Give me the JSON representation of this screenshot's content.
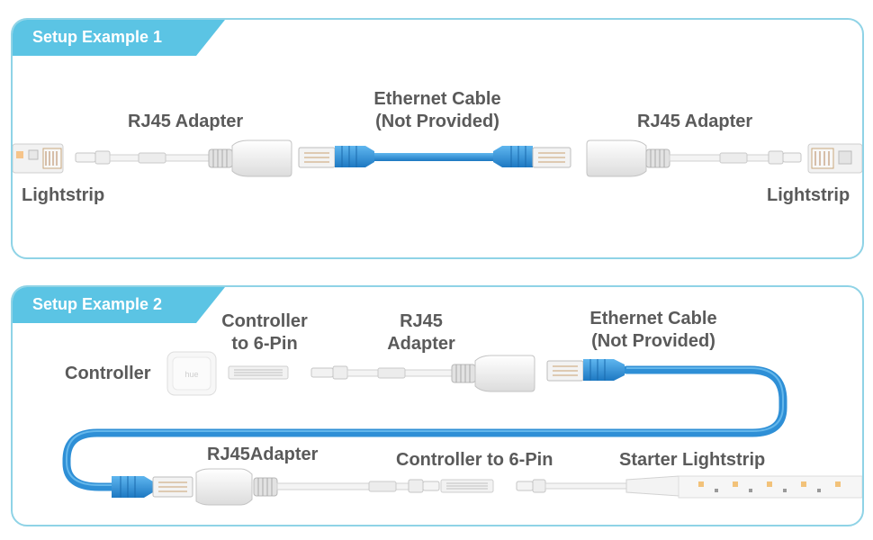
{
  "example1": {
    "title": "Setup Example 1",
    "labels": {
      "lightstrip_left": "Lightstrip",
      "rj45_left": "RJ45 Adapter",
      "ethernet_line1": "Ethernet Cable",
      "ethernet_line2": "(Not Provided)",
      "rj45_right": "RJ45 Adapter",
      "lightstrip_right": "Lightstrip"
    }
  },
  "example2": {
    "title": "Setup Example 2",
    "labels": {
      "controller": "Controller",
      "controller_6pin_line1": "Controller",
      "controller_6pin_line2": "to 6-Pin",
      "rj45_line1": "RJ45",
      "rj45_line2": "Adapter",
      "ethernet_line1": "Ethernet Cable",
      "ethernet_line2": "(Not Provided)",
      "rj45_adapter_bottom": "RJ45Adapter",
      "controller_6pin_bottom": "Controller to 6-Pin",
      "starter_lightstrip": "Starter Lightstrip"
    },
    "controller_mark": "hue"
  },
  "colors": {
    "accent": "#5bc4e4",
    "panel_border": "#8fd3e6",
    "cable_blue": "#2e8fd6",
    "label_gray": "#5a5a5a"
  }
}
